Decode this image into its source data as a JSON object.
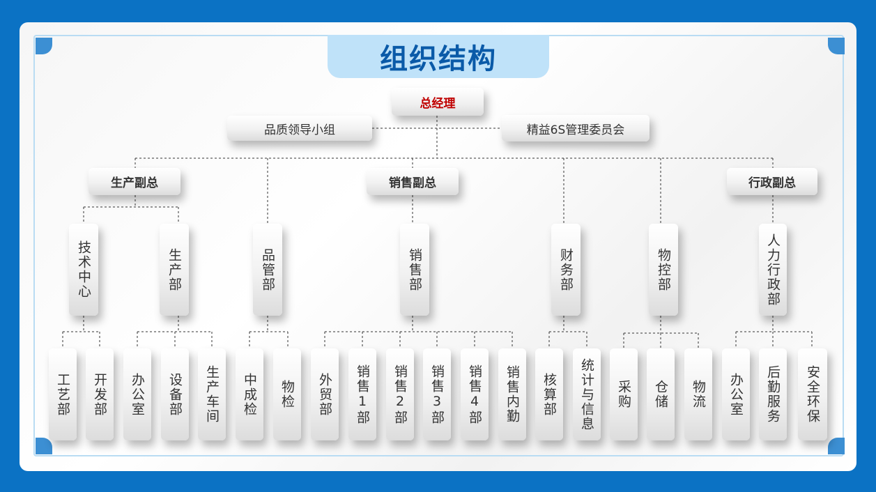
{
  "title": "组织结构",
  "ceo": "总经理",
  "committees": {
    "left": "品质领导小组",
    "right": "精益6S管理委员会"
  },
  "vps": {
    "production": "生产副总",
    "sales": "销售副总",
    "admin": "行政副总"
  },
  "departments": [
    "技术中心",
    "生产部",
    "品管部",
    "销售部",
    "财务部",
    "物控部",
    "人力行政部"
  ],
  "units": [
    "工艺部",
    "开发部",
    "办公室",
    "设备部",
    "生产车间",
    "中成检",
    "物检",
    "外贸部",
    "销售1部",
    "销售2部",
    "销售3部",
    "销售4部",
    "销售内勤",
    "核算部",
    "统计与信息",
    "采购",
    "仓储",
    "物流",
    "办公室",
    "后勤服务",
    "安全环保"
  ],
  "colors": {
    "background": "#0b72c4",
    "title": "#0a5aa8",
    "title_tab": "#bfe2f9",
    "ceo_text": "#c00000",
    "frame": "#b9dcf3"
  }
}
